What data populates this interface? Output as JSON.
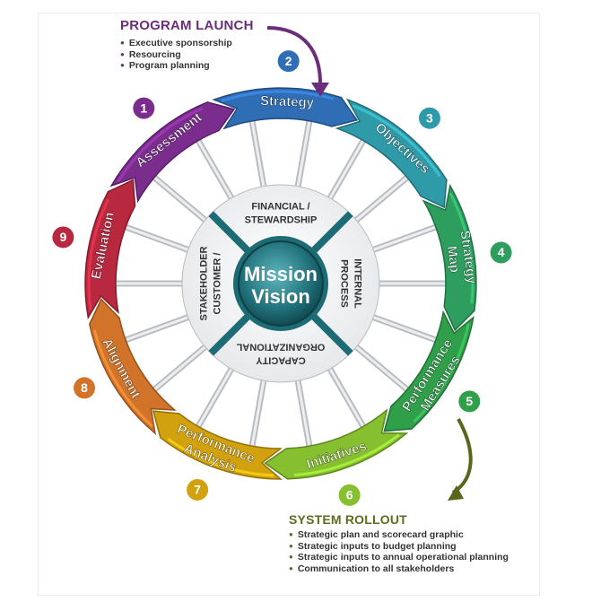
{
  "program_launch": {
    "title": "PROGRAM LAUNCH",
    "items": [
      "Executive sponsorship",
      "Resourcing",
      "Program planning"
    ]
  },
  "system_rollout": {
    "title": "SYSTEM ROLLOUT",
    "items": [
      "Strategic plan and scorecard graphic",
      "Strategic inputs to budget planning",
      "Strategic inputs to annual operational planning",
      "Communication to all stakeholders"
    ]
  },
  "center": {
    "line1": "Mission",
    "line2": "Vision"
  },
  "quadrants": [
    {
      "lines": [
        "FINANCIAL /",
        "STEWARDSHIP"
      ]
    },
    {
      "lines": [
        "INTERNAL",
        "PROCESS"
      ]
    },
    {
      "lines": [
        "ORGANIZATIONAL",
        "CAPACITY"
      ]
    },
    {
      "lines": [
        "CUSTOMER /",
        "STAKEHOLDER"
      ]
    }
  ],
  "steps": [
    {
      "number": "1",
      "lines": [
        "Assessment"
      ],
      "color": "#7b2d8e"
    },
    {
      "number": "2",
      "lines": [
        "Strategy"
      ],
      "color": "#2f6db5"
    },
    {
      "number": "3",
      "lines": [
        "Objectives"
      ],
      "color": "#2f9aa8"
    },
    {
      "number": "4",
      "lines": [
        "Strategy",
        "Map"
      ],
      "color": "#2e9e5f"
    },
    {
      "number": "5",
      "lines": [
        "Performance",
        "Measures"
      ],
      "color": "#2f9f4a"
    },
    {
      "number": "6",
      "lines": [
        "Initiatives"
      ],
      "color": "#86bf2f"
    },
    {
      "number": "7",
      "lines": [
        "Performance",
        "Analysis"
      ],
      "color": "#d2a20e"
    },
    {
      "number": "8",
      "lines": [
        "Alignment"
      ],
      "color": "#d1742a"
    },
    {
      "number": "9",
      "lines": [
        "Evaluation"
      ],
      "color": "#b8283f"
    }
  ]
}
